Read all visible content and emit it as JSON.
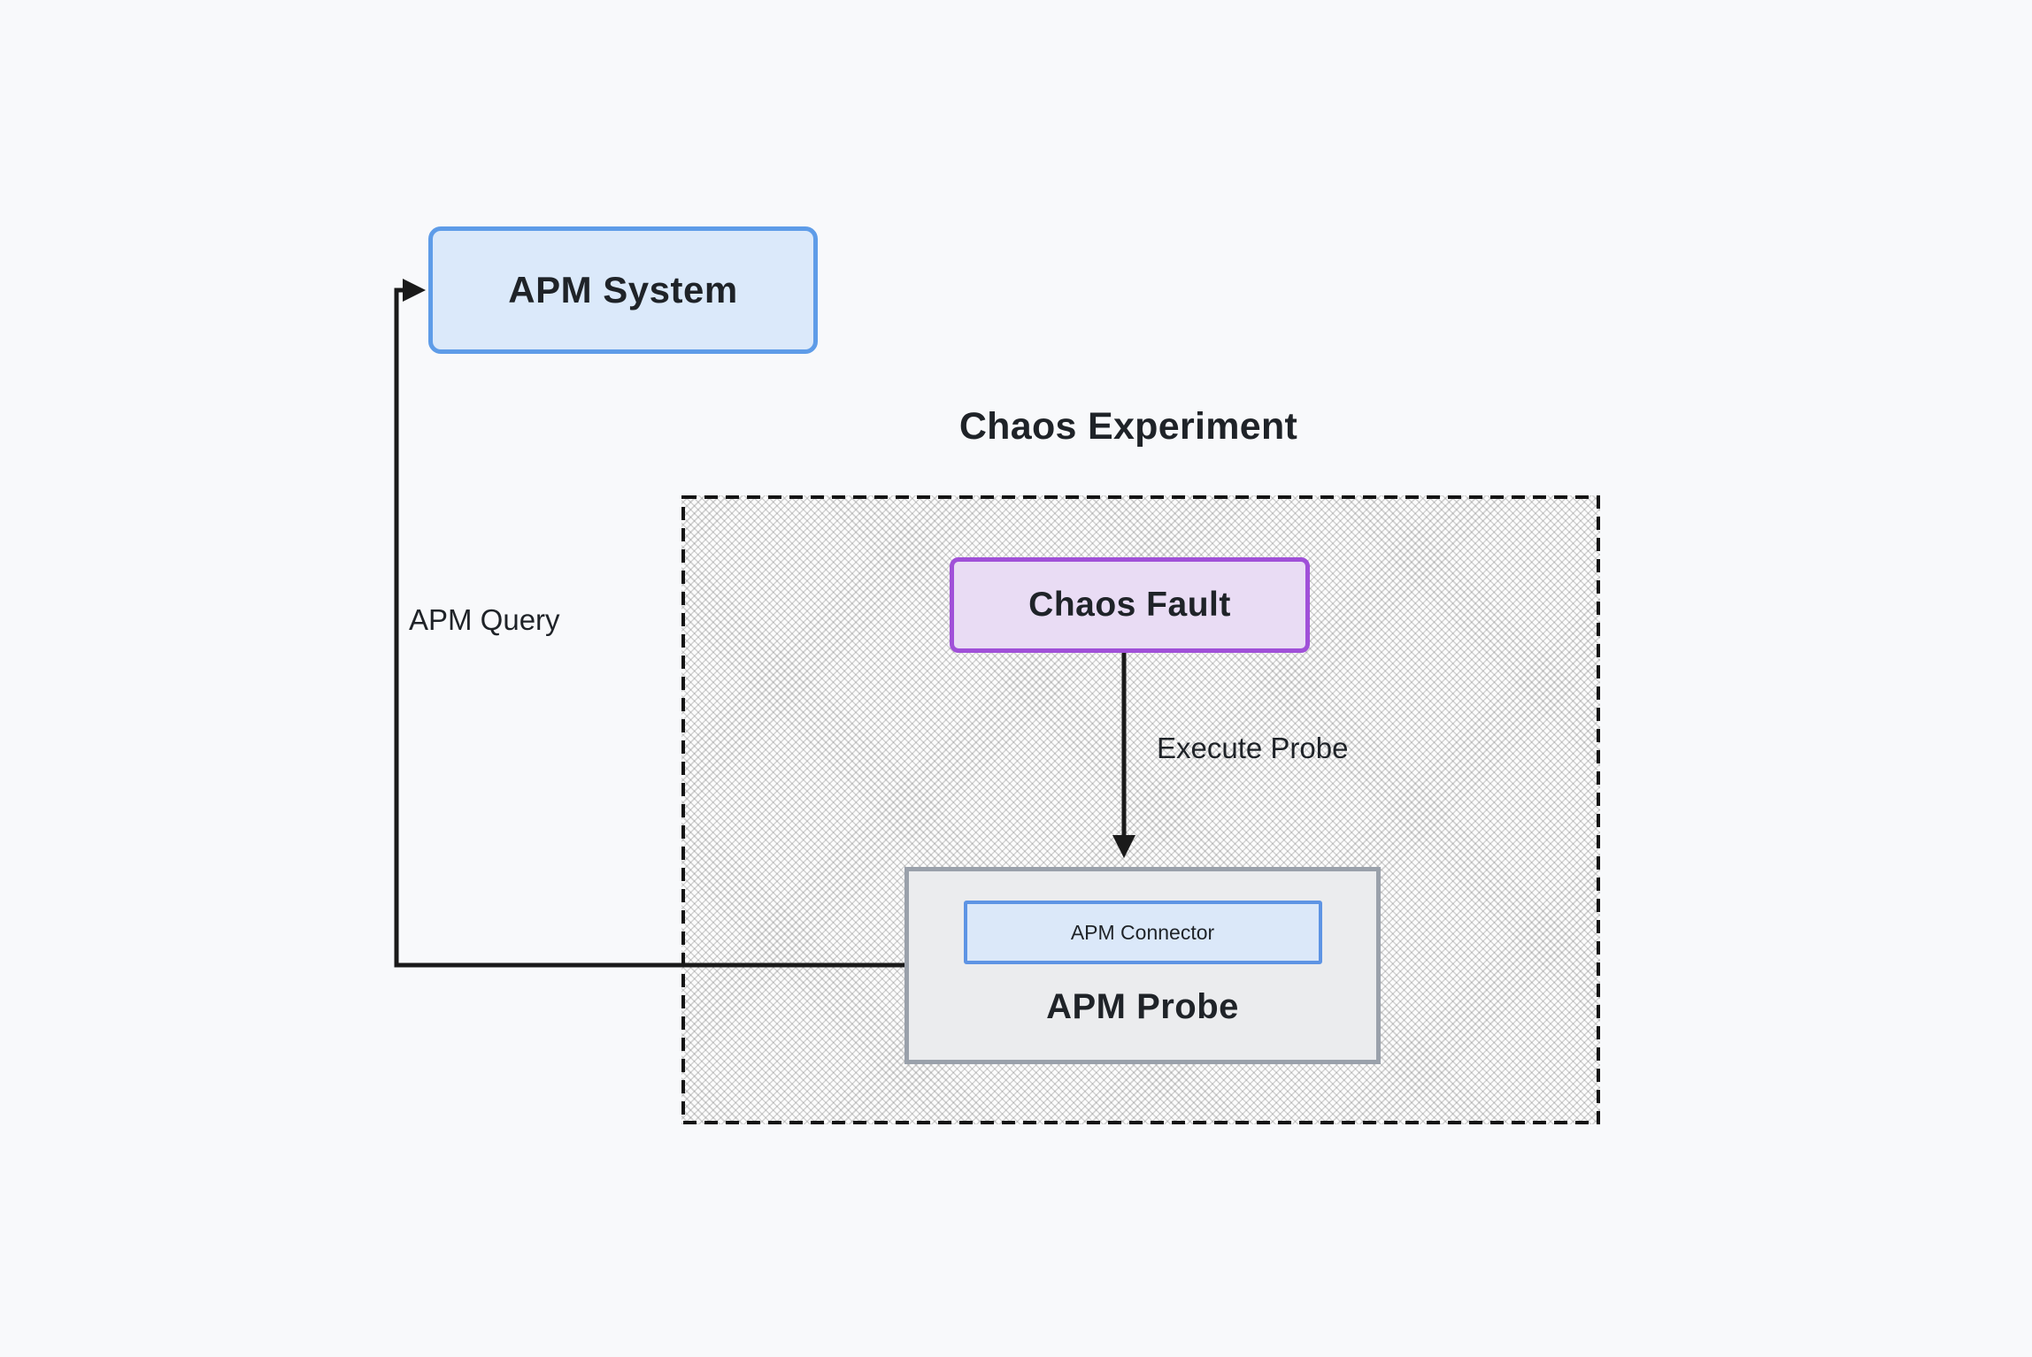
{
  "diagram": {
    "title": "Chaos Experiment",
    "nodes": {
      "apm_system": {
        "label": "APM System"
      },
      "chaos_fault": {
        "label": "Chaos Fault"
      },
      "apm_probe": {
        "label": "APM Probe"
      },
      "apm_connector": {
        "label": "APM Connector"
      }
    },
    "edges": {
      "apm_query": {
        "label": "APM Query",
        "from": "APM Probe",
        "to": "APM System"
      },
      "execute_probe": {
        "label": "Execute Probe",
        "from": "Chaos Fault",
        "to": "APM Probe"
      }
    },
    "colors": {
      "page_background": "#f8f9fb",
      "blue_fill": "#dbe9fa",
      "blue_border": "#5e9ce8",
      "purple_fill": "#e9dcf4",
      "purple_border": "#a050d8",
      "gray_fill": "#ebecee",
      "gray_border": "#9aa1ab",
      "hatch_line": "#b9b9b9",
      "dashed_border": "#141414",
      "connector_line": "#1a1a1a",
      "text": "#1f2328"
    }
  }
}
